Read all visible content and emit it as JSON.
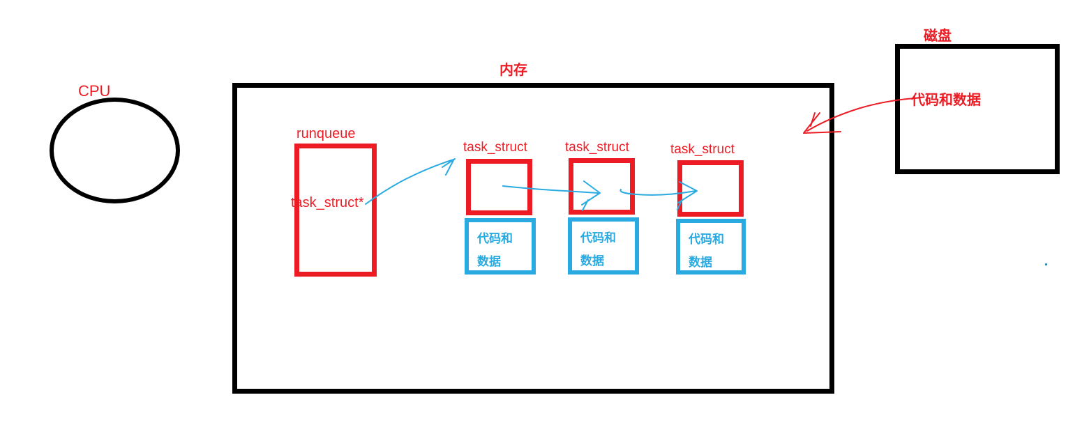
{
  "colors": {
    "red": "#ed1c24",
    "blue": "#29abe2",
    "black": "#000000",
    "bg": "#ffffff"
  },
  "cpu": {
    "label": "CPU"
  },
  "memory": {
    "label": "内存"
  },
  "runqueue": {
    "label": "runqueue",
    "pointer": "task_struct*"
  },
  "tasks": [
    {
      "label": "task_struct",
      "data_line1": "代码和",
      "data_line2": "数据"
    },
    {
      "label": "task_struct",
      "data_line1": "代码和",
      "data_line2": "数据"
    },
    {
      "label": "task_struct",
      "data_line1": "代码和",
      "data_line2": "数据"
    }
  ],
  "disk": {
    "label": "磁盘",
    "content": "代码和数据"
  }
}
